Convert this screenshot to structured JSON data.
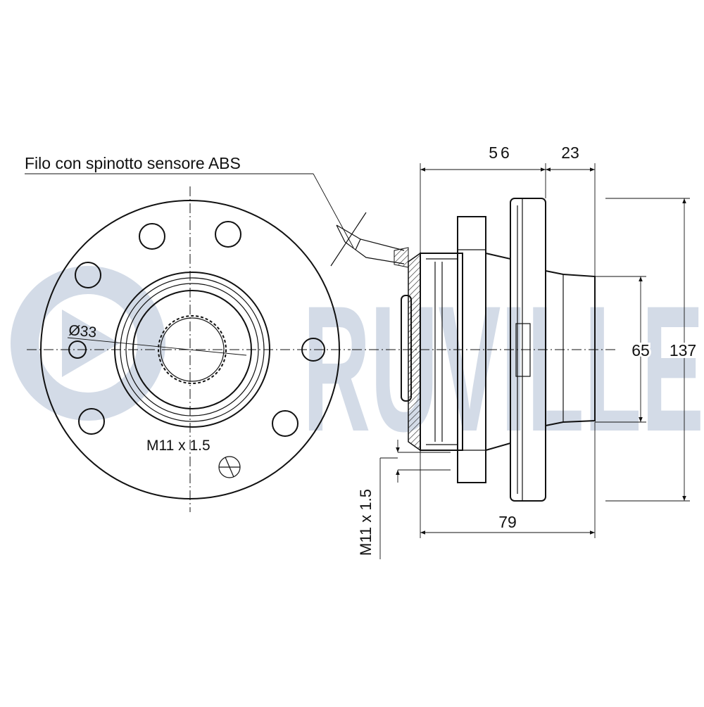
{
  "watermark": {
    "brand": "RUVILLE",
    "color": "#d3dbe7"
  },
  "labels": {
    "abs_sensor": "Filo con spinotto sensore ABS",
    "bore_diameter": "Ø33",
    "thread_front": "M11 x 1.5",
    "thread_side": "M11 x 1.5"
  },
  "dimensions": {
    "flange_offset": "56",
    "pilot_length": "23",
    "pilot_diameter": "65",
    "flange_diameter": "137",
    "overall_width": "79"
  },
  "colors": {
    "line": "#111111",
    "background": "#ffffff"
  }
}
